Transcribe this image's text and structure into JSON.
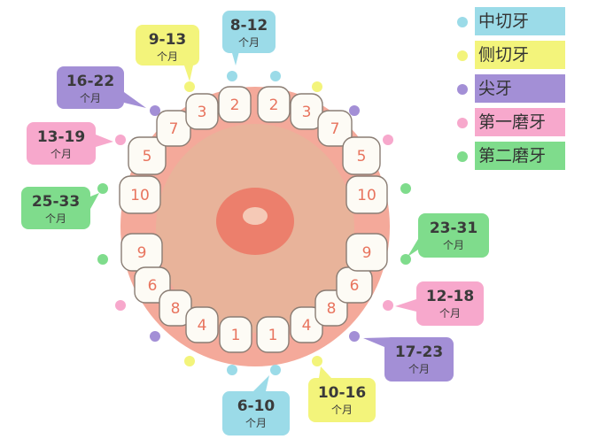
{
  "colors": {
    "central": "#9bdbe8",
    "lateral": "#f3f47b",
    "canine": "#a38fd6",
    "first_molar": "#f7a8cc",
    "second_molar": "#7fdc8c"
  },
  "legend": [
    {
      "key": "central",
      "label": "中切牙"
    },
    {
      "key": "lateral",
      "label": "侧切牙"
    },
    {
      "key": "canine",
      "label": "尖牙"
    },
    {
      "key": "first_molar",
      "label": "第一磨牙"
    },
    {
      "key": "second_molar",
      "label": "第二磨牙"
    }
  ],
  "bubbles": [
    {
      "key": "central",
      "range": "8-12",
      "unit": "个月"
    },
    {
      "key": "lateral",
      "range": "9-13",
      "unit": "个月"
    },
    {
      "key": "canine",
      "range": "16-22",
      "unit": "个月"
    },
    {
      "key": "first_molar",
      "range": "13-19",
      "unit": "个月"
    },
    {
      "key": "second_molar",
      "range": "25-33",
      "unit": "个月"
    },
    {
      "key": "second_molar",
      "range": "23-31",
      "unit": "个月"
    },
    {
      "key": "first_molar",
      "range": "12-18",
      "unit": "个月"
    },
    {
      "key": "canine",
      "range": "17-23",
      "unit": "个月"
    },
    {
      "key": "lateral",
      "range": "10-16",
      "unit": "个月"
    },
    {
      "key": "central",
      "range": "6-10",
      "unit": "个月"
    }
  ],
  "upper_teeth": [
    "10",
    "5",
    "7",
    "3",
    "2",
    "2",
    "3",
    "7",
    "5",
    "10"
  ],
  "lower_teeth": [
    "9",
    "6",
    "8",
    "4",
    "1",
    "1",
    "4",
    "8",
    "6",
    "9"
  ]
}
